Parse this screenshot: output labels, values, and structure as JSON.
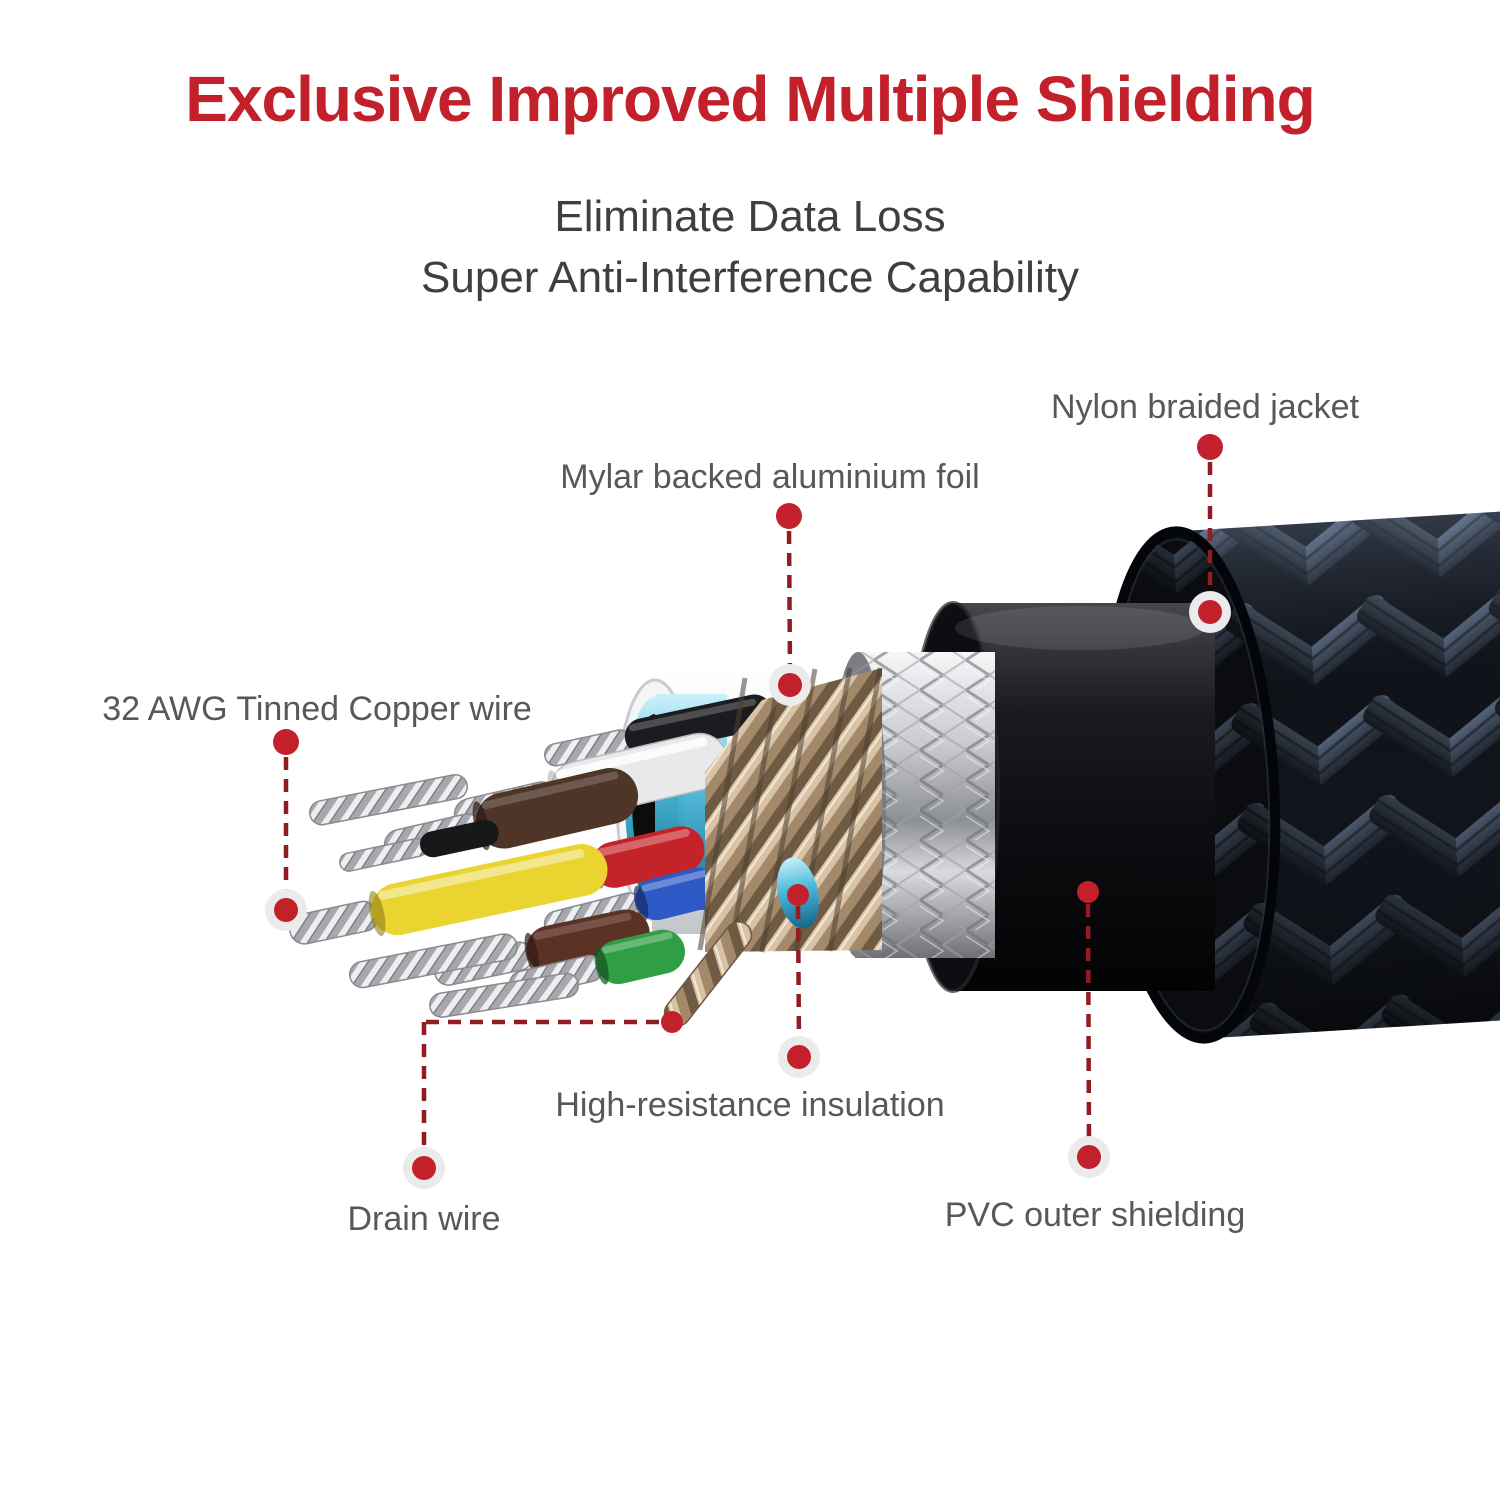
{
  "title": {
    "text": "Exclusive Improved Multiple Shielding",
    "color": "#C2202A"
  },
  "subtitle": {
    "line1": "Eliminate Data Loss",
    "line2": "Super Anti-Interference Capability"
  },
  "labels": {
    "nylon": "Nylon braided jacket",
    "mylar": "Mylar backed aluminium foil",
    "awg": "32 AWG Tinned Copper wire",
    "insulation": "High-resistance insulation",
    "drain": "Drain wire",
    "pvc": "PVC outer shielding"
  },
  "diagram": {
    "type": "labeled-cutaway-cable",
    "callouts": [
      {
        "label": "Nylon braided jacket",
        "points_to": "woven dark nylon outer braid"
      },
      {
        "label": "Mylar backed aluminium foil",
        "points_to": "white foil layer around inner wires"
      },
      {
        "label": "32 AWG Tinned Copper wire",
        "points_to": "stranded silver conductor tip"
      },
      {
        "label": "High-resistance insulation",
        "points_to": "colored wire insulation"
      },
      {
        "label": "Drain wire",
        "points_to": "bare twisted copper drain strand"
      },
      {
        "label": "PVC outer shielding",
        "points_to": "smooth black PVC layer"
      }
    ],
    "wire_insulation_colors": [
      "#1B1C1F",
      "#E8E9EB",
      "#4E3527",
      "#C4232A",
      "#2C59C5",
      "#5C3225",
      "#2F9E44",
      "#E9D430"
    ]
  },
  "colors": {
    "accent_red": "#C2202A",
    "leader_dash_red": "#8F1D22",
    "halo_gray": "#EBEBEB",
    "subtitle_gray": "#3E3F41",
    "label_gray": "#57585B",
    "nylon_braid": "#1A212E",
    "pvc_black": "#101114",
    "shield_silver": "#C9CBD0",
    "copper_wrap": "#B59C7F",
    "foil_cyan": "#49B8D8"
  }
}
